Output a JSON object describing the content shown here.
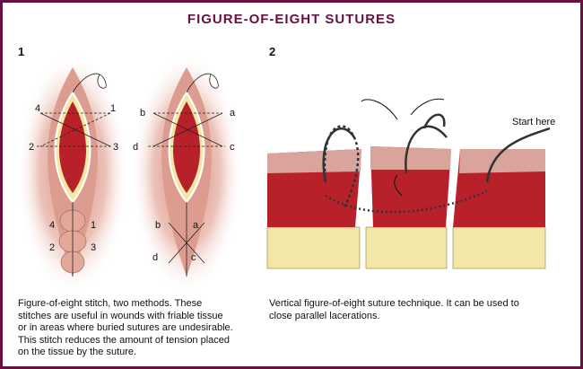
{
  "title": "FIGURE-OF-EIGHT SUTURES",
  "panels": [
    {
      "number": "1",
      "labels_method1_top": [
        "4",
        "1",
        "2",
        "3"
      ],
      "labels_method1_bottom": [
        "4",
        "1",
        "2",
        "3"
      ],
      "labels_method2_top": [
        "b",
        "a",
        "d",
        "c"
      ],
      "labels_method2_bottom": [
        "b",
        "a",
        "d",
        "c"
      ],
      "caption": "Figure-of-eight stitch, two methods. These stitches are useful in wounds with friable tissue or in areas where buried sutures are undesirable. This stitch reduces the amount of tension placed on the tissue by the suture."
    },
    {
      "number": "2",
      "annotation": "Start here",
      "caption": "Vertical figure-of-eight suture technique. It can be used to close parallel lacerations."
    }
  ],
  "colors": {
    "border": "#6a1040",
    "dermis": "#b8202a",
    "fat": "#f3e7a6",
    "skin": "#e7b3a3"
  }
}
